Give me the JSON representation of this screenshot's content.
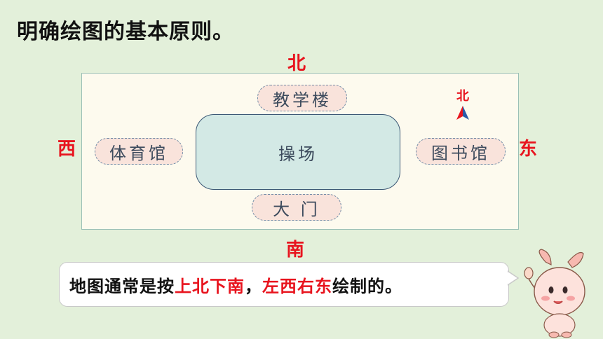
{
  "heading": "明确绘图的基本原则。",
  "directions": {
    "north": "北",
    "south": "南",
    "west": "西",
    "east": "东"
  },
  "places": {
    "teaching_building": "教学楼",
    "gym": "体育馆",
    "playground": "操场",
    "library": "图书馆",
    "gate": "大 门"
  },
  "compass_label": "北",
  "callout": {
    "part1": "地图通常是按",
    "part2": "上北下南",
    "part3": "，",
    "part4": "左西右东",
    "part5": "绘制的。"
  },
  "colors": {
    "background": "#e3f0da",
    "direction_red": "#e8141e",
    "place_fill": "#f9e3db",
    "playground_fill": "#d3e9e5"
  },
  "icons": {
    "compass": "north-arrow-icon",
    "mascot": "peach-mascot-icon"
  }
}
